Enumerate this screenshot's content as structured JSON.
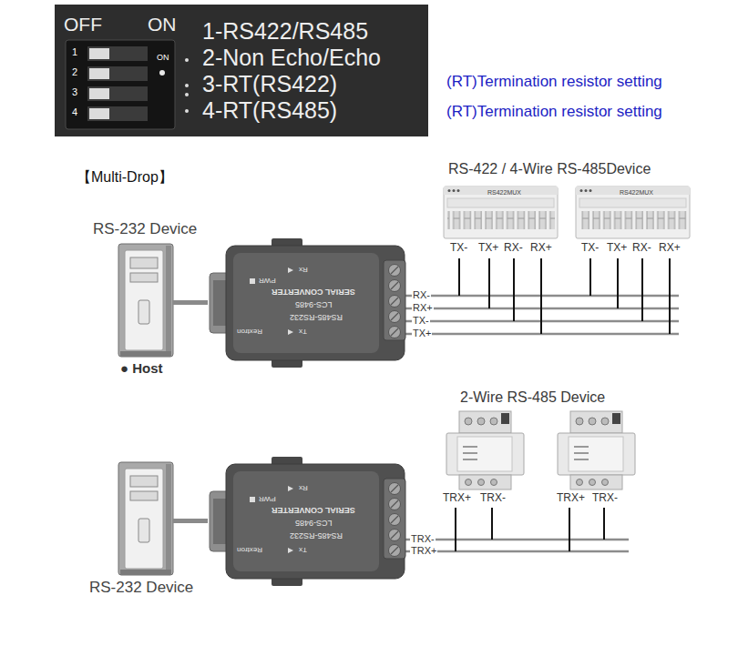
{
  "diagram": {
    "nodes": [
      {
        "text": [
          "OFF",
          "ON",
          "1-RS422/RS485",
          "2-Non Echo/Echo",
          "3-RT(RS422)",
          "4-RT(RS485)"
        ]
      },
      {
        "text": [
          "RS-232 Device",
          "● Host"
        ]
      },
      {
        "text": [
          "Rextron",
          "PWR",
          "Rx",
          "SERIAL CONVERTER",
          "LCS-9485",
          "RS485-RS232",
          "Tx"
        ]
      },
      {
        "text": [
          "RS-232 Device"
        ]
      },
      {
        "text": [
          "Rextron",
          "PWR",
          "Rx",
          "SERIAL CONVERTER",
          "LCS-9485",
          "RS485-RS232",
          "Tx"
        ]
      }
    ],
    "edges": [
      {
        "from": 1,
        "to": 2,
        "arrow": "none"
      },
      {
        "from": 3,
        "to": 4,
        "arrow": "none"
      }
    ],
    "labels": [
      "ON",
      "1",
      "2",
      "3",
      "4",
      "(RT)Termination resistor setting",
      "(RT)Termination resistor setting",
      "【Multi-Drop】",
      "RS-422 / 4-Wire RS-485Device",
      "RS422MUX",
      "RS422MUX",
      "TX-",
      "TX+",
      "RX-",
      "RX+",
      "TX-",
      "TX+",
      "RX-",
      "RX+",
      "RX-",
      "RX+",
      "TX-",
      "TX+",
      "2-Wire RS-485 Device",
      "TRX+",
      "TRX-",
      "TRX+",
      "TRX-",
      "TRX-",
      "TRX+"
    ]
  }
}
